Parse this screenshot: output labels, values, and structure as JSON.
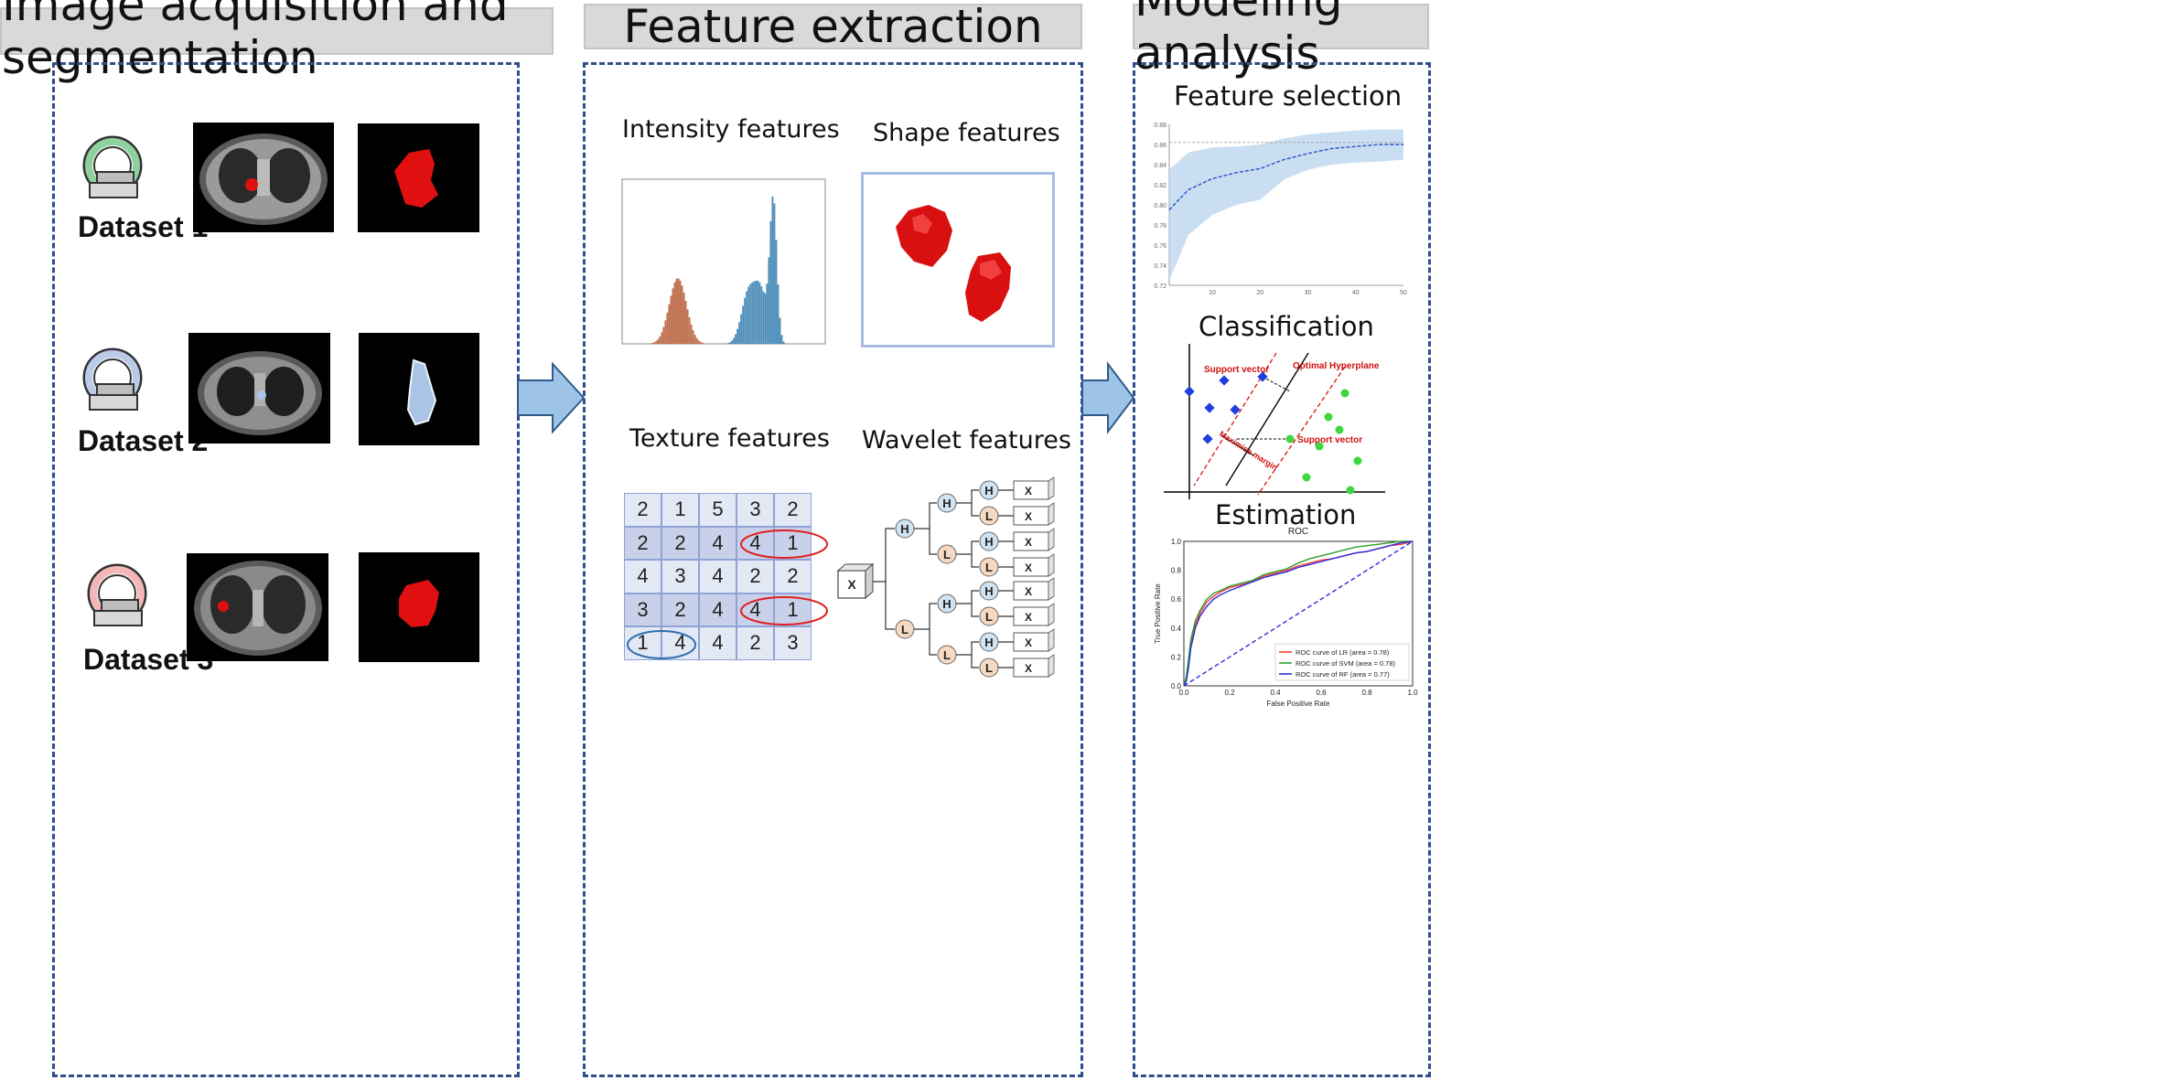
{
  "sections": {
    "acquisition": "Image acquisition and segmentation",
    "extraction": "Feature extraction",
    "modeling": "Modeling analysis"
  },
  "datasets": [
    "Dataset 1",
    "Dataset 2",
    "Dataset 3"
  ],
  "features": {
    "intensity": "Intensity features",
    "shape": "Shape features",
    "texture": "Texture features",
    "wavelet": "Wavelet features"
  },
  "texture_matrix": [
    [
      "2",
      "1",
      "5",
      "3",
      "2"
    ],
    [
      "2",
      "2",
      "4",
      "4",
      "1"
    ],
    [
      "4",
      "3",
      "4",
      "2",
      "2"
    ],
    [
      "3",
      "2",
      "4",
      "4",
      "1"
    ],
    [
      "1",
      "4",
      "4",
      "2",
      "3"
    ]
  ],
  "wavelet": {
    "input": "X",
    "high": "H",
    "low": "L",
    "outputs": [
      "X",
      "X",
      "X",
      "X",
      "X",
      "X",
      "X",
      "X"
    ]
  },
  "modeling": {
    "feature_selection": "Feature selection",
    "classification": "Classification",
    "estimation": "Estimation"
  },
  "svm": {
    "support_vector_top": "Support vector",
    "optimal_hyperplane": "Optimal Hyperplane",
    "support_vector_bottom": "Support vector",
    "margin": "Maximise margin"
  },
  "colors": {
    "panel_border": "#2f4f8a",
    "header_bg": "#d9d9d9",
    "arrow": "#9dc3e6",
    "tumor_red": "#e01010",
    "hist_orange": "#c0704f",
    "hist_blue": "#4f8fba",
    "lr": "#ff3b3b",
    "svm": "#2ca02c",
    "rf": "#2b2bd9"
  },
  "chart_data": [
    {
      "type": "line",
      "x": [
        1,
        5,
        10,
        15,
        20,
        25,
        30,
        35,
        40,
        45,
        50
      ],
      "series": [
        {
          "values": [
            0.795,
            0.815,
            0.826,
            0.832,
            0.836,
            0.845,
            0.851,
            0.856,
            0.858,
            0.86,
            0.86
          ]
        }
      ],
      "band_upper": [
        0.835,
        0.852,
        0.857,
        0.858,
        0.86,
        0.866,
        0.87,
        0.872,
        0.874,
        0.875,
        0.875
      ],
      "band_lower": [
        0.725,
        0.77,
        0.79,
        0.8,
        0.805,
        0.825,
        0.835,
        0.84,
        0.842,
        0.843,
        0.845
      ],
      "reference": 0.862,
      "xlim": [
        1,
        50
      ],
      "ylim": [
        0.72,
        0.88
      ],
      "xticks": [
        "10",
        "20",
        "30",
        "40",
        "50"
      ],
      "yticks": [
        "0.72",
        "0.74",
        "0.76",
        "0.78",
        "0.80",
        "0.82",
        "0.84",
        "0.86",
        "0.88"
      ]
    },
    {
      "type": "line",
      "title": "ROC",
      "xlabel": "False Positive Rate",
      "ylabel": "True Positive Rate",
      "xlim": [
        0,
        1
      ],
      "ylim": [
        0,
        1
      ],
      "xticks": [
        "0.0",
        "0.2",
        "0.4",
        "0.6",
        "0.8",
        "1.0"
      ],
      "yticks": [
        "0.0",
        "0.2",
        "0.4",
        "0.6",
        "0.8",
        "1.0"
      ],
      "legend_position": "bottom-right",
      "series": [
        {
          "name": "ROC curve of LR (area = 0.78)",
          "x": [
            0,
            0.01,
            0.02,
            0.03,
            0.05,
            0.07,
            0.1,
            0.13,
            0.16,
            0.2,
            0.25,
            0.3,
            0.35,
            0.4,
            0.45,
            0.5,
            0.55,
            0.6,
            0.65,
            0.7,
            0.75,
            0.8,
            0.85,
            0.9,
            0.95,
            1.0
          ],
          "y": [
            0,
            0.05,
            0.15,
            0.3,
            0.42,
            0.5,
            0.58,
            0.62,
            0.65,
            0.68,
            0.7,
            0.72,
            0.76,
            0.78,
            0.8,
            0.83,
            0.85,
            0.87,
            0.88,
            0.9,
            0.92,
            0.93,
            0.95,
            0.97,
            0.98,
            1.0
          ]
        },
        {
          "name": "ROC curve of SVM (area = 0.78)",
          "x": [
            0,
            0.01,
            0.02,
            0.03,
            0.05,
            0.07,
            0.1,
            0.13,
            0.16,
            0.2,
            0.25,
            0.3,
            0.35,
            0.4,
            0.45,
            0.5,
            0.55,
            0.6,
            0.65,
            0.7,
            0.75,
            0.8,
            0.85,
            0.9,
            0.95,
            1.0
          ],
          "y": [
            0,
            0.06,
            0.18,
            0.32,
            0.45,
            0.52,
            0.6,
            0.64,
            0.66,
            0.69,
            0.71,
            0.73,
            0.77,
            0.79,
            0.81,
            0.85,
            0.88,
            0.9,
            0.92,
            0.94,
            0.96,
            0.97,
            0.98,
            0.99,
            1.0,
            1.0
          ]
        },
        {
          "name": "ROC curve of RF (area = 0.77)",
          "x": [
            0,
            0.01,
            0.02,
            0.03,
            0.05,
            0.07,
            0.1,
            0.13,
            0.16,
            0.2,
            0.25,
            0.3,
            0.35,
            0.4,
            0.45,
            0.5,
            0.55,
            0.6,
            0.65,
            0.7,
            0.75,
            0.8,
            0.85,
            0.9,
            0.95,
            1.0
          ],
          "y": [
            0,
            0.03,
            0.12,
            0.26,
            0.4,
            0.48,
            0.55,
            0.6,
            0.63,
            0.66,
            0.69,
            0.72,
            0.75,
            0.77,
            0.79,
            0.82,
            0.84,
            0.86,
            0.88,
            0.9,
            0.92,
            0.93,
            0.95,
            0.97,
            0.99,
            1.0
          ]
        },
        {
          "name": "",
          "x": [
            0,
            1
          ],
          "y": [
            0,
            1
          ]
        }
      ]
    }
  ]
}
